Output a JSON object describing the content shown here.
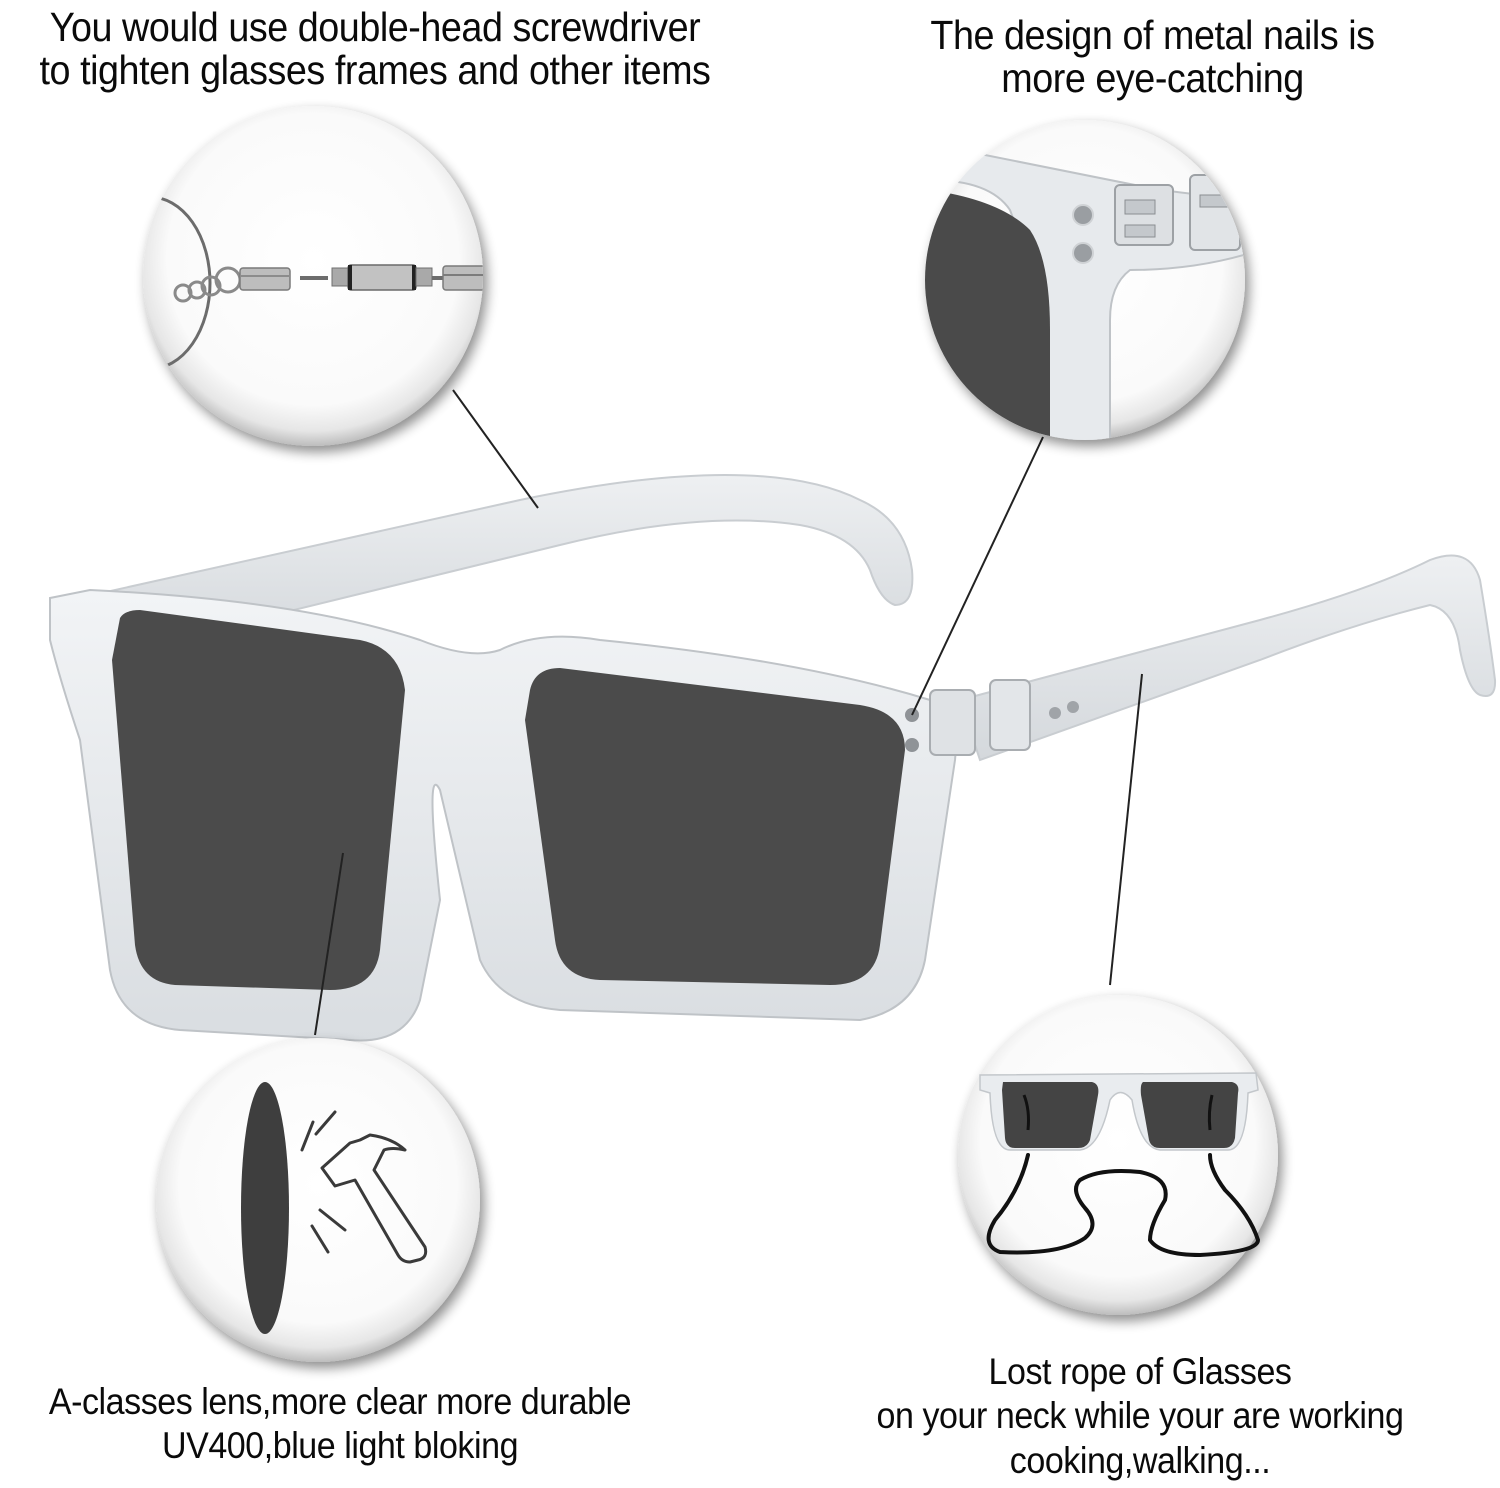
{
  "captions": {
    "top_left": {
      "line1": "You would use double-head screwdriver",
      "line2": "to tighten glasses frames and other items"
    },
    "top_right": {
      "line1": "The design of metal nails is",
      "line2": "more eye-catching"
    },
    "bottom_left": {
      "line1": "A-classes lens,more clear more durable",
      "line2": "UV400,blue light bloking"
    },
    "bottom_right": {
      "line1": "Lost rope of Glasses",
      "line2": "on your neck while your are working",
      "line3": "cooking,walking..."
    }
  },
  "callouts": [
    {
      "id": "screwdriver",
      "icon": "screwdriver-keychain-icon"
    },
    {
      "id": "metal-nails",
      "icon": "hinge-rivets-closeup"
    },
    {
      "id": "lens-durability",
      "icon": "lens-hammer-icon"
    },
    {
      "id": "glasses-rope",
      "icon": "glasses-with-rope-icon"
    }
  ],
  "colors": {
    "lens": "#4a4a4a",
    "frame": "#e4e7ea",
    "frame_edge": "#c4c8cc",
    "leader_line": "#222222",
    "text": "#0a0a0a"
  }
}
